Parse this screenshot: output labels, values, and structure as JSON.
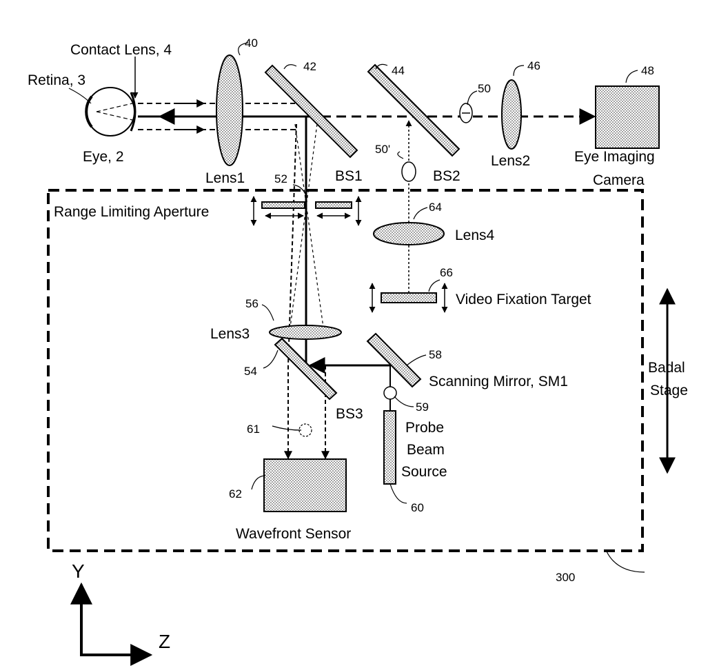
{
  "labels": {
    "retina": "Retina, 3",
    "contact_lens": "Contact Lens, 4",
    "eye": "Eye, 2",
    "lens1": "Lens1",
    "bs1": "BS1",
    "bs2": "BS2",
    "lens2": "Lens2",
    "camera_line1": "Eye Imaging",
    "camera_line2": "Camera",
    "range_aperture": "Range Limiting Aperture",
    "lens4": "Lens4",
    "fixation_target": "Video Fixation Target",
    "lens3": "Lens3",
    "scanning_mirror": "Scanning Mirror, SM1",
    "bs3": "BS3",
    "probe_line1": "Probe",
    "probe_line2": "Beam",
    "probe_line3": "Source",
    "wavefront_sensor": "Wavefront Sensor",
    "badal_line1": "Badal",
    "badal_line2": "Stage",
    "axis_y": "Y",
    "axis_z": "Z"
  },
  "numbers": {
    "n40": "40",
    "n42": "42",
    "n44": "44",
    "n46": "46",
    "n48": "48",
    "n50": "50",
    "n50p": "50'",
    "n52": "52",
    "n54": "54",
    "n56": "56",
    "n58": "58",
    "n59": "59",
    "n60": "60",
    "n61": "61",
    "n62": "62",
    "n64": "64",
    "n66": "66",
    "n300": "300"
  }
}
